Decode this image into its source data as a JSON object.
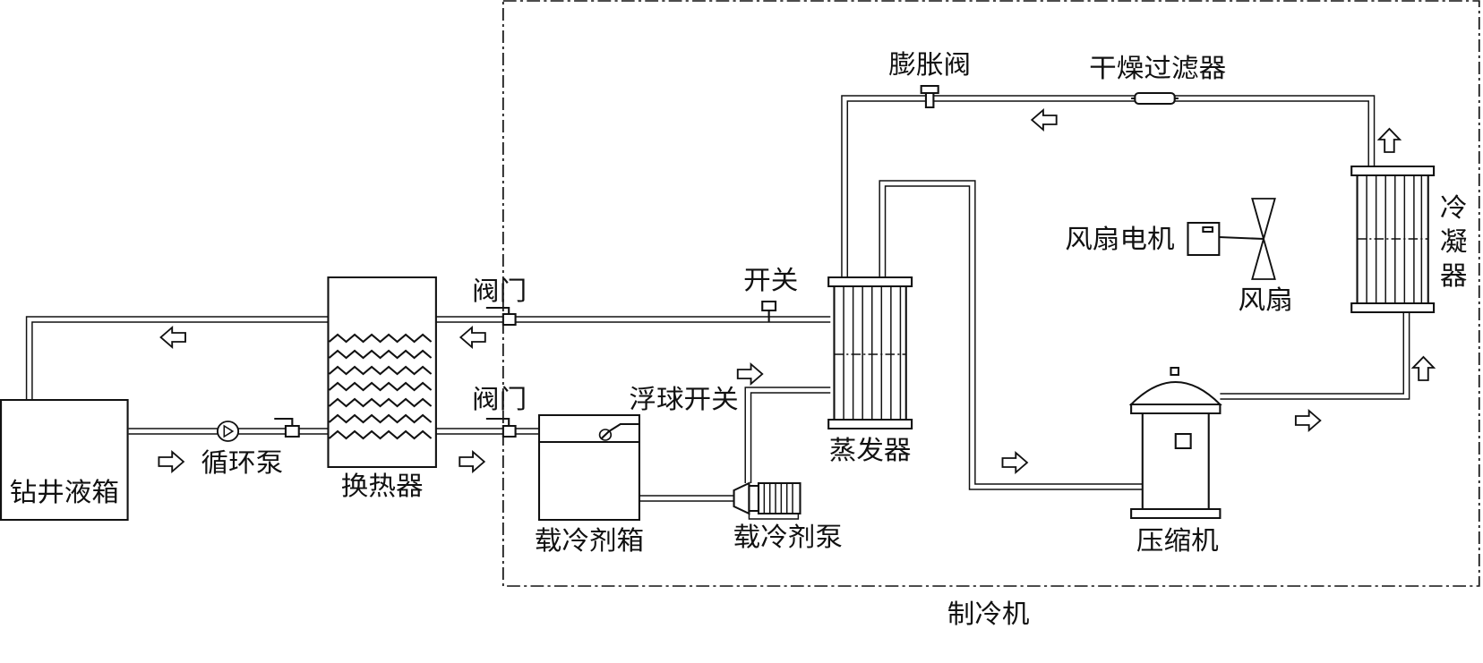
{
  "labels": {
    "drill_tank": "钻井液箱",
    "circ_pump": "循环泵",
    "heat_exchanger": "换热器",
    "valve_top": "阀门",
    "valve_bottom": "阀门",
    "switch": "开关",
    "float_switch": "浮球开关",
    "coolant_tank": "载冷剂箱",
    "coolant_pump": "载冷剂泵",
    "evaporator": "蒸发器",
    "expansion_valve": "膨胀阀",
    "dryer_filter": "干燥过滤器",
    "fan_motor": "风扇电机",
    "fan": "风扇",
    "condenser_1": "冷",
    "condenser_2": "凝",
    "condenser_3": "器",
    "compressor": "压缩机",
    "chiller": "制冷机"
  }
}
